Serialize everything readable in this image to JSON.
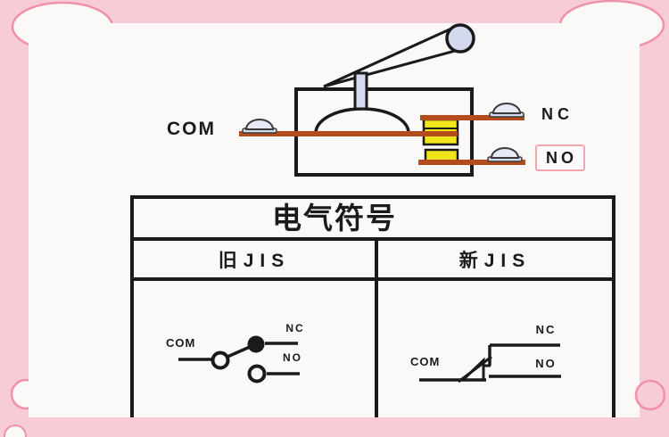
{
  "colors": {
    "frame_pink": "#f8ccd6",
    "scallop_outline": "#ef92a8",
    "content_bg": "#fbf8f8",
    "wire_brown": "#b34b1d",
    "contact_yellow": "#f2e41a",
    "roller_lavender": "#d3d8ec",
    "outline_black": "#1a1a1a",
    "no_box_border": "#f2a6ab"
  },
  "mechanism": {
    "com_label": "COM",
    "nc_label": "NC",
    "no_label": "NO"
  },
  "symbol_table": {
    "title": "电气符号",
    "columns": [
      "旧JIS",
      "新JIS"
    ],
    "old_jis_symbol": {
      "com_label": "COM",
      "nc_label": "NC",
      "no_label": "NO"
    },
    "new_jis_symbol": {
      "com_label": "COM",
      "nc_label": "NC",
      "no_label": "NO"
    }
  }
}
